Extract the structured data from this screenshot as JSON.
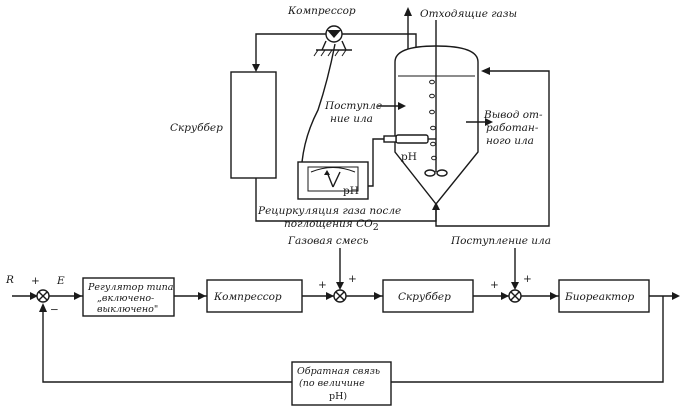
{
  "top": {
    "compressor": "Компрессор",
    "exhaust": "Отходящие газы",
    "scrubber": "Скруббер",
    "sludge_in_1": "Поступле-",
    "sludge_in_2": "ние ила",
    "sludge_out_1": "Вывод от-",
    "sludge_out_2": "работан-",
    "sludge_out_3": "ного ила",
    "ph_probe": "pH",
    "ph_meter": "pH",
    "recirc_1": "Рециркуляция газа после",
    "recirc_2": "поглощения CO",
    "recirc_sub": "2"
  },
  "bottom": {
    "gas_mixture": "Газовая смесь",
    "sludge_feed": "Поступление ила",
    "R": "R",
    "E": "E",
    "plus": "+",
    "minus": "−",
    "regulator_1": "Регулятор типа",
    "regulator_2": "„включено-",
    "regulator_3": "выключено\"",
    "compressor": "Компрессор",
    "scrubber": "Скруббер",
    "bioreactor": "Биореактор",
    "feedback_1": "Обратная связь",
    "feedback_2": "(по величине",
    "feedback_3": "pH)"
  }
}
